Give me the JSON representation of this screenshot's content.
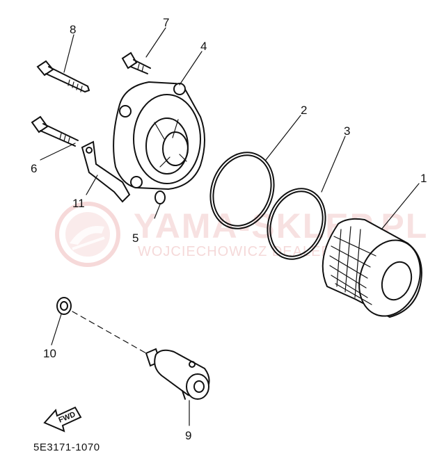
{
  "diagram": {
    "callouts": [
      {
        "id": "1",
        "label": "1"
      },
      {
        "id": "2",
        "label": "2"
      },
      {
        "id": "3",
        "label": "3"
      },
      {
        "id": "4",
        "label": "4"
      },
      {
        "id": "5",
        "label": "5"
      },
      {
        "id": "6",
        "label": "6"
      },
      {
        "id": "7",
        "label": "7"
      },
      {
        "id": "8",
        "label": "8"
      },
      {
        "id": "9",
        "label": "9"
      },
      {
        "id": "10",
        "label": "10"
      },
      {
        "id": "11",
        "label": "11"
      }
    ],
    "part_code": "5E3171-1070",
    "direction_label": "FWD"
  },
  "watermark": {
    "brand": "YAMA-SKLEP.PL",
    "sub": "WOJCIECHOWICZ DEALER"
  }
}
